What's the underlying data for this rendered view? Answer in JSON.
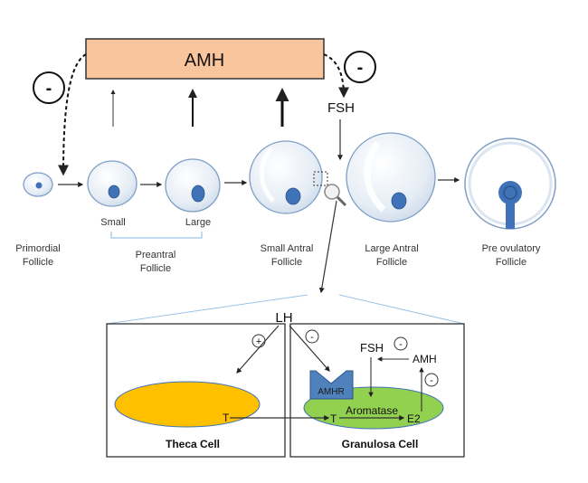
{
  "top": {
    "amh_box_label": "AMH",
    "fsh_label": "FSH",
    "inhibit_left": "-",
    "inhibit_right": "-"
  },
  "follicles": {
    "small_label": "Small",
    "large_label": "Large",
    "stages": [
      {
        "line1": "Primordial",
        "line2": "Follicle"
      },
      {
        "line1": "Preantral",
        "line2": "Follicle"
      },
      {
        "line1": "Small Antral",
        "line2": "Follicle"
      },
      {
        "line1": "Large Antral",
        "line2": "Follicle"
      },
      {
        "line1": "Pre ovulatory",
        "line2": "Follicle"
      }
    ]
  },
  "inset": {
    "lh_label": "LH",
    "plus_sign": "+",
    "minus_sign_lh": "-",
    "theca": {
      "title": "Theca Cell",
      "t_label": "T"
    },
    "granulosa": {
      "title": "Granulosa Cell",
      "amhr_label": "AMHR",
      "fsh_label": "FSH",
      "amh_label": "AMH",
      "t_label": "T",
      "aromatase_label": "Aromatase",
      "e2_label": "E2",
      "minus_fsh": "-",
      "minus_amh": "-"
    }
  },
  "colors": {
    "amh_box_fill": "#f9c59c",
    "follicle_fill": "#e9eff6",
    "follicle_stroke": "#7f9fc6",
    "oocyte": "#3f72b8",
    "theca": "#ffc000",
    "granulosa": "#92d050",
    "amhr": "#4f81bd"
  }
}
